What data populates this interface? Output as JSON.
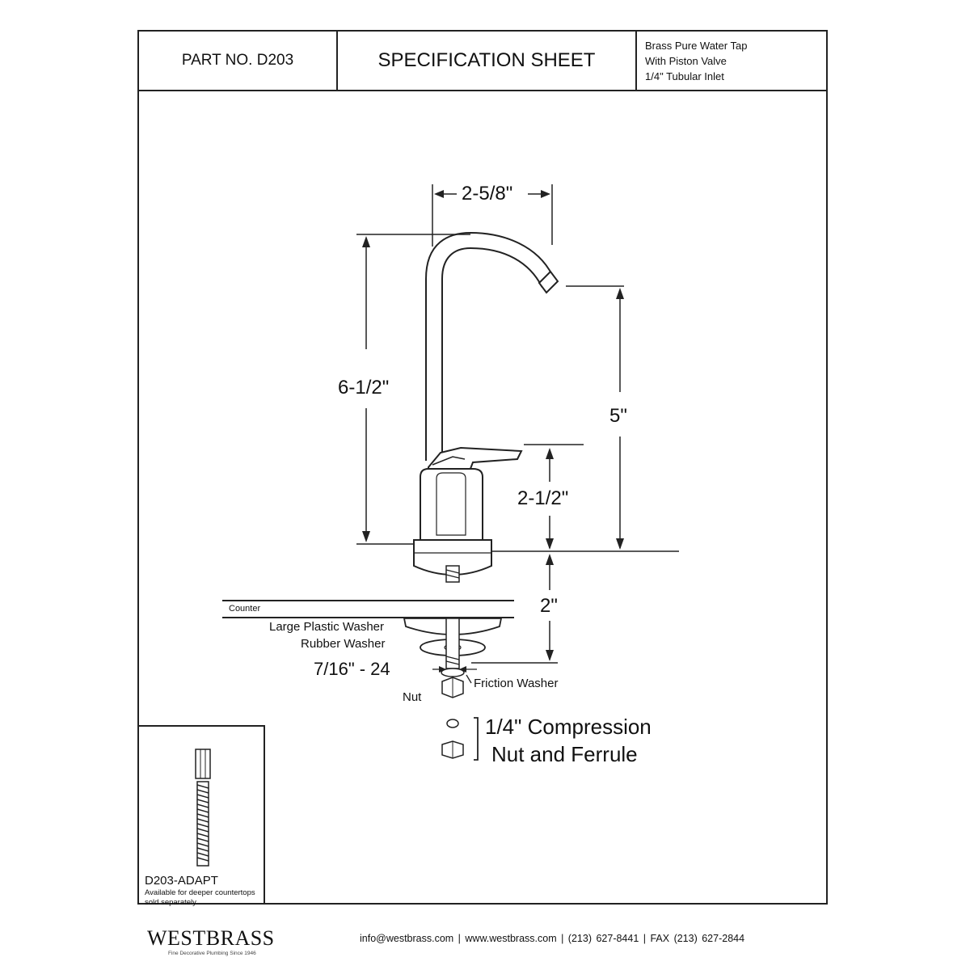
{
  "header": {
    "part_no": "PART NO.   D203",
    "title": "SPECIFICATION SHEET",
    "description": [
      "Brass Pure Water Tap",
      "With Piston Valve",
      "1/4\" Tubular Inlet"
    ]
  },
  "dimensions": {
    "spout_reach": "2-5/8\"",
    "overall_height": "6-1/2\"",
    "spout_height": "5\"",
    "handle_height": "2-1/2\"",
    "shank_length": "2\""
  },
  "parts": {
    "counter": "Counter",
    "large_washer": "Large Plastic Washer",
    "rubber_washer": "Rubber Washer",
    "thread": "7/16\" - 24",
    "friction_washer": "Friction Washer",
    "nut": "Nut",
    "compression_line1": "1/4\" Compression",
    "compression_line2": "Nut and Ferrule"
  },
  "adapter": {
    "name": "D203-ADAPT",
    "note": "Available for deeper countertops sold separately"
  },
  "footer": {
    "logo": "WESTBRASS",
    "tagline": "Fine Decorative Plumbing Since 1946",
    "contact": "info@westbrass.com  |  www.westbrass.com   |   (213) 627-8441   |   FAX (213) 627-2844"
  }
}
